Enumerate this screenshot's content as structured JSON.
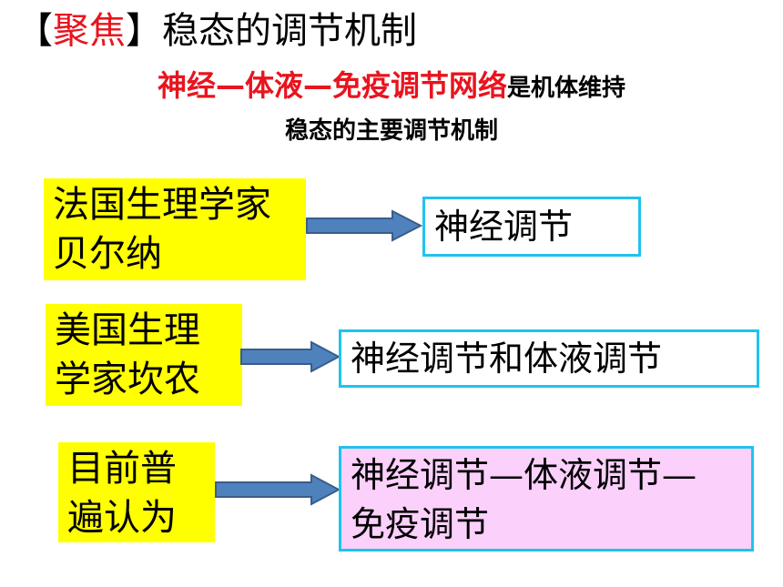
{
  "title": {
    "bracket_open": "【",
    "highlight": "聚焦",
    "bracket_close": "】",
    "rest": "稳态的调节机制"
  },
  "subtitle": {
    "highlight": "神经—体液—免疫调节网络",
    "line1_rest": "是机体维持",
    "line2": "稳态的主要调节机制"
  },
  "rows": [
    {
      "source_lines": [
        "法国生理学家",
        "贝尔纳"
      ],
      "target_lines": [
        "神经调节"
      ]
    },
    {
      "source_lines": [
        "美国生理",
        "学家坎农"
      ],
      "target_lines": [
        "神经调节和体液调节"
      ]
    },
    {
      "source_lines": [
        "目前普",
        "遍认为"
      ],
      "target_lines": [
        "神经调节—体液调节—",
        "免疫调节"
      ]
    }
  ],
  "colors": {
    "highlight_red": "#e8141e",
    "source_box": "#ffff00",
    "target_border": "#1fc3ee",
    "last_target_fill": "#fbd0fb",
    "arrow_fill": "#4f81bd",
    "arrow_stroke": "#385d8a"
  }
}
